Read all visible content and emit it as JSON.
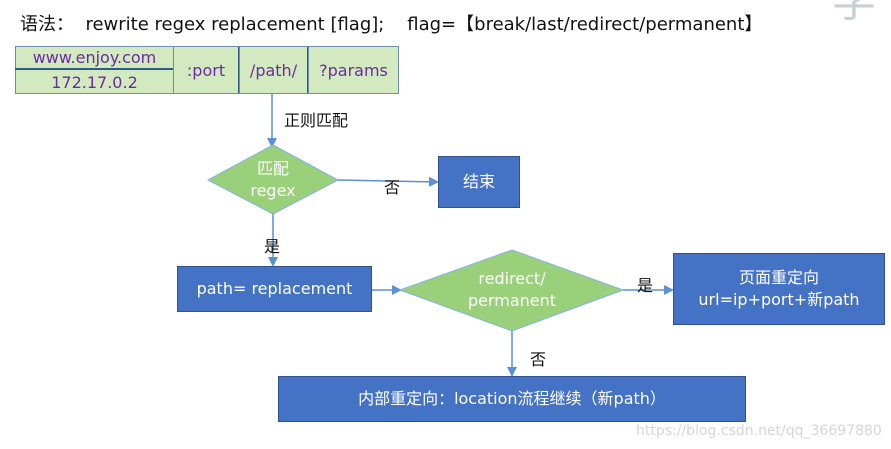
{
  "syntax": {
    "label": "语法：",
    "command": "rewrite regex replacement [flag];",
    "flag_label": "flag=",
    "flag_options": "【break/last/redirect/permanent】"
  },
  "url": {
    "host": "www.enjoy.com",
    "ip": "172.17.0.2",
    "port": ":port",
    "path": "/path/",
    "params": "?params"
  },
  "edges": {
    "regex_match": "正则匹配",
    "no_1": "否",
    "yes_1": "是",
    "yes_2": "是",
    "no_2": "否"
  },
  "nodes": {
    "match_diamond_line1": "匹配",
    "match_diamond_line2": "regex",
    "end": "结束",
    "replacement": "path= replacement",
    "redirect_diamond_line1": "redirect/",
    "redirect_diamond_line2": "permanent",
    "page_redirect_line1": "页面重定向",
    "page_redirect_line2": "url=ip+port+新path",
    "internal_redirect": "内部重定向：location流程继续（新path）"
  },
  "corner_glyph": "学",
  "watermark": "https://blog.csdn.net/qq_36697880",
  "colors": {
    "rect_fill": "#4472c4",
    "diamond_fill": "#9bd07b",
    "url_fill": "#d3e9bf",
    "url_text": "#6a2ca0",
    "arrow": "#5b8fd6"
  }
}
